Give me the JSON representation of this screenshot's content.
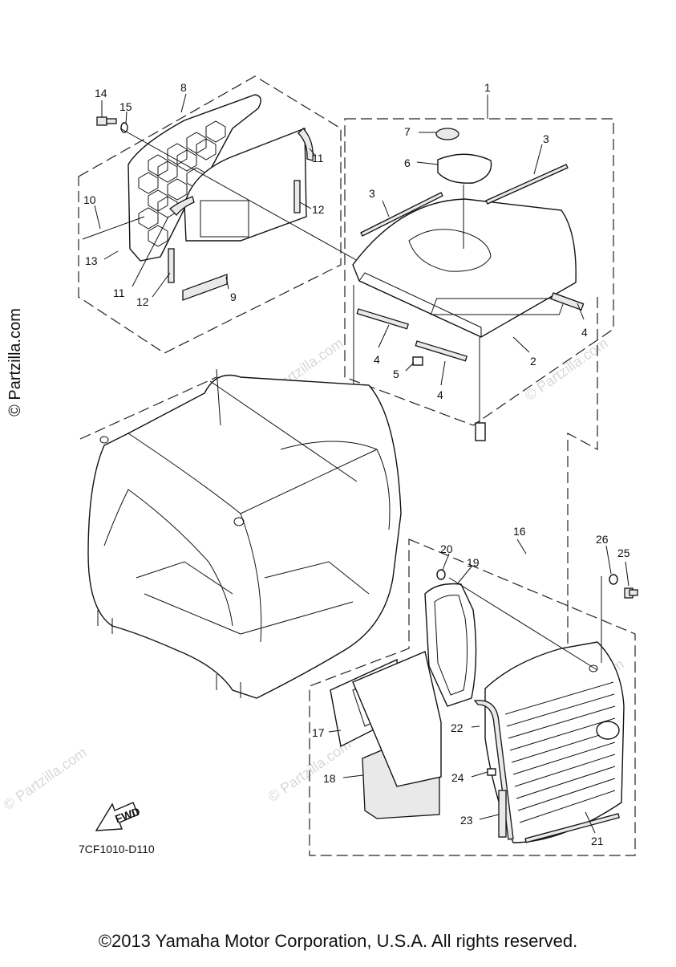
{
  "diagram_code": "7CF1010-D110",
  "copyright": "©2013 Yamaha Motor Corporation, U.S.A. All rights reserved.",
  "watermark": "© Partzilla.com",
  "fwd_label": "FWD",
  "callouts": [
    "1",
    "2",
    "3",
    "3",
    "4",
    "4",
    "4",
    "5",
    "6",
    "7",
    "8",
    "9",
    "10",
    "11",
    "11",
    "12",
    "12",
    "13",
    "14",
    "15",
    "16",
    "17",
    "18",
    "19",
    "20",
    "21",
    "22",
    "23",
    "24",
    "25",
    "26"
  ]
}
